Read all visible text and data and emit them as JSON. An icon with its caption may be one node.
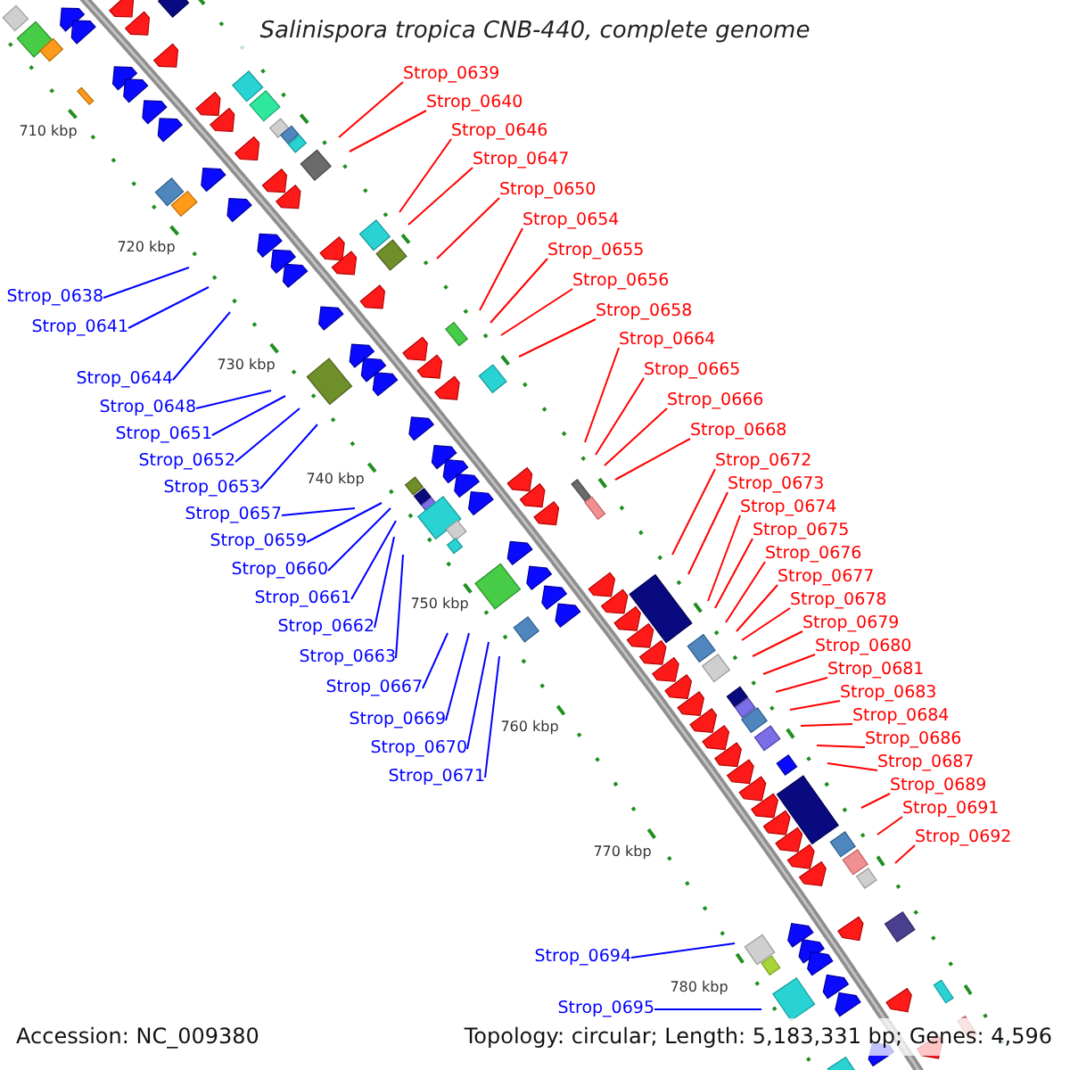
{
  "diagram": {
    "title": "Salinispora tropica CNB-440, complete genome",
    "nodes": [
      {
        "text": [
          "Strop_0638"
        ]
      },
      {
        "text": [
          "Strop_0639"
        ]
      },
      {
        "text": [
          "Strop_0640"
        ]
      },
      {
        "text": [
          "Strop_0641"
        ]
      },
      {
        "text": [
          "Strop_0644"
        ]
      },
      {
        "text": [
          "Strop_0646"
        ]
      },
      {
        "text": [
          "Strop_0647"
        ]
      },
      {
        "text": [
          "Strop_0648"
        ]
      },
      {
        "text": [
          "Strop_0650"
        ]
      },
      {
        "text": [
          "Strop_0651"
        ]
      },
      {
        "text": [
          "Strop_0652"
        ]
      },
      {
        "text": [
          "Strop_0653"
        ]
      },
      {
        "text": [
          "Strop_0654"
        ]
      },
      {
        "text": [
          "Strop_0655"
        ]
      },
      {
        "text": [
          "Strop_0656"
        ]
      },
      {
        "text": [
          "Strop_0657"
        ]
      },
      {
        "text": [
          "Strop_0658"
        ]
      },
      {
        "text": [
          "Strop_0659"
        ]
      },
      {
        "text": [
          "Strop_0660"
        ]
      },
      {
        "text": [
          "Strop_0661"
        ]
      },
      {
        "text": [
          "Strop_0662"
        ]
      },
      {
        "text": [
          "Strop_0663"
        ]
      },
      {
        "text": [
          "Strop_0664"
        ]
      },
      {
        "text": [
          "Strop_0665"
        ]
      },
      {
        "text": [
          "Strop_0666"
        ]
      },
      {
        "text": [
          "Strop_0667"
        ]
      },
      {
        "text": [
          "Strop_0668"
        ]
      },
      {
        "text": [
          "Strop_0669"
        ]
      },
      {
        "text": [
          "Strop_0670"
        ]
      },
      {
        "text": [
          "Strop_0671"
        ]
      },
      {
        "text": [
          "Strop_0672"
        ]
      },
      {
        "text": [
          "Strop_0673"
        ]
      },
      {
        "text": [
          "Strop_0674"
        ]
      },
      {
        "text": [
          "Strop_0675"
        ]
      },
      {
        "text": [
          "Strop_0676"
        ]
      },
      {
        "text": [
          "Strop_0677"
        ]
      },
      {
        "text": [
          "Strop_0678"
        ]
      },
      {
        "text": [
          "Strop_0679"
        ]
      },
      {
        "text": [
          "Strop_0680"
        ]
      },
      {
        "text": [
          "Strop_0681"
        ]
      },
      {
        "text": [
          "Strop_0683"
        ]
      },
      {
        "text": [
          "Strop_0684"
        ]
      },
      {
        "text": [
          "Strop_0686"
        ]
      },
      {
        "text": [
          "Strop_0687"
        ]
      },
      {
        "text": [
          "Strop_0689"
        ]
      },
      {
        "text": [
          "Strop_0691"
        ]
      },
      {
        "text": [
          "Strop_0692"
        ]
      },
      {
        "text": [
          "Strop_0694"
        ]
      },
      {
        "text": [
          "Strop_0695"
        ]
      }
    ],
    "edges": [
      {
        "from": 0,
        "to": null,
        "arrow": "none",
        "color": "#0000ff"
      },
      {
        "from": 1,
        "to": null,
        "arrow": "none"
      },
      {
        "from": 2,
        "to": null,
        "arrow": "none"
      },
      {
        "from": 3,
        "to": null,
        "arrow": "none",
        "color": "#0000ff"
      },
      {
        "from": 4,
        "to": null,
        "arrow": "none",
        "color": "#0000ff"
      },
      {
        "from": 5,
        "to": null,
        "arrow": "none"
      },
      {
        "from": 6,
        "to": null,
        "arrow": "none"
      },
      {
        "from": 7,
        "to": null,
        "arrow": "none",
        "color": "#0000ff"
      },
      {
        "from": 8,
        "to": null,
        "arrow": "none"
      },
      {
        "from": 9,
        "to": null,
        "arrow": "none",
        "color": "#0000ff"
      },
      {
        "from": 10,
        "to": null,
        "arrow": "none",
        "color": "#0000ff"
      },
      {
        "from": 11,
        "to": null,
        "arrow": "none",
        "color": "#0000ff"
      },
      {
        "from": 12,
        "to": null,
        "arrow": "none"
      },
      {
        "from": 13,
        "to": null,
        "arrow": "none"
      },
      {
        "from": 14,
        "to": null,
        "arrow": "none"
      },
      {
        "from": 15,
        "to": null,
        "arrow": "none",
        "color": "#0000ff"
      },
      {
        "from": 16,
        "to": null,
        "arrow": "none"
      },
      {
        "from": 17,
        "to": null,
        "arrow": "none",
        "color": "#0000ff"
      },
      {
        "from": 18,
        "to": null,
        "arrow": "none",
        "color": "#0000ff"
      },
      {
        "from": 19,
        "to": null,
        "arrow": "none",
        "color": "#0000ff"
      },
      {
        "from": 20,
        "to": null,
        "arrow": "none",
        "color": "#0000ff"
      },
      {
        "from": 21,
        "to": null,
        "arrow": "none",
        "color": "#0000ff"
      },
      {
        "from": 22,
        "to": null,
        "arrow": "none"
      },
      {
        "from": 23,
        "to": null,
        "arrow": "none"
      },
      {
        "from": 24,
        "to": null,
        "arrow": "none"
      },
      {
        "from": 25,
        "to": null,
        "arrow": "none",
        "color": "#0000ff"
      },
      {
        "from": 26,
        "to": null,
        "arrow": "none"
      },
      {
        "from": 27,
        "to": null,
        "arrow": "none",
        "color": "#0000ff"
      },
      {
        "from": 28,
        "to": null,
        "arrow": "none",
        "color": "#0000ff"
      },
      {
        "from": 29,
        "to": null,
        "arrow": "none",
        "color": "#0000ff"
      },
      {
        "from": 30,
        "to": null,
        "arrow": "none"
      },
      {
        "from": 31,
        "to": null,
        "arrow": "none"
      },
      {
        "from": 32,
        "to": null,
        "arrow": "none"
      },
      {
        "from": 33,
        "to": null,
        "arrow": "none"
      },
      {
        "from": 34,
        "to": null,
        "arrow": "none"
      },
      {
        "from": 35,
        "to": null,
        "arrow": "none"
      },
      {
        "from": 36,
        "to": null,
        "arrow": "none"
      },
      {
        "from": 37,
        "to": null,
        "arrow": "none"
      },
      {
        "from": 38,
        "to": null,
        "arrow": "none"
      },
      {
        "from": 39,
        "to": null,
        "arrow": "none"
      },
      {
        "from": 40,
        "to": null,
        "arrow": "none"
      },
      {
        "from": 41,
        "to": null,
        "arrow": "none"
      },
      {
        "from": 42,
        "to": null,
        "arrow": "none"
      },
      {
        "from": 43,
        "to": null,
        "arrow": "none"
      },
      {
        "from": 44,
        "to": null,
        "arrow": "none"
      },
      {
        "from": 45,
        "to": null,
        "arrow": "none"
      },
      {
        "from": 46,
        "to": null,
        "arrow": "none"
      },
      {
        "from": 47,
        "to": null,
        "arrow": "none",
        "color": "#0000ff"
      },
      {
        "from": 48,
        "to": null,
        "arrow": "none",
        "color": "#0000ff"
      }
    ],
    "labels": [
      "710 kbp",
      "720 kbp",
      "730 kbp",
      "740 kbp",
      "750 kbp",
      "760 kbp",
      "770 kbp",
      "780 kbp",
      "Accession: NC_009380",
      "Topology: circular; Length: 5,183,331 bp; Genes: 4,596"
    ]
  }
}
